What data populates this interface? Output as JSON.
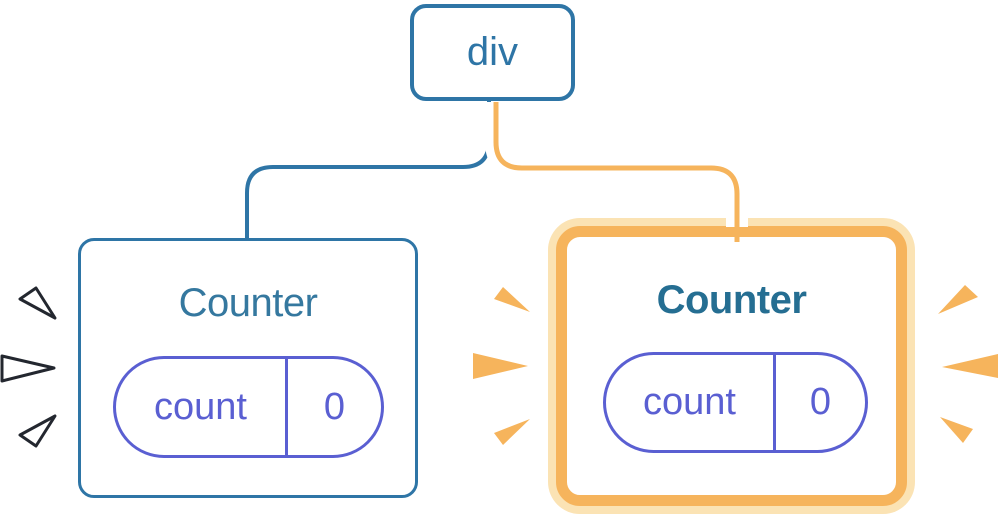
{
  "diagram": {
    "root": {
      "label": "div"
    },
    "children": [
      {
        "id": "left-counter",
        "title": "Counter",
        "state_key": "count",
        "state_value": "0",
        "highlighted": false
      },
      {
        "id": "right-counter",
        "title": "Counter",
        "state_key": "count",
        "state_value": "0",
        "highlighted": true
      }
    ]
  },
  "colors": {
    "blue": "#2E75A6",
    "titleBlue": "#35789F",
    "titleBlueBold": "#256E92",
    "purple": "#5A5FD2",
    "orange": "#F6B45C",
    "peach": "#FBE3B4",
    "navy": "#23272F",
    "white": "#FFFFFF"
  }
}
